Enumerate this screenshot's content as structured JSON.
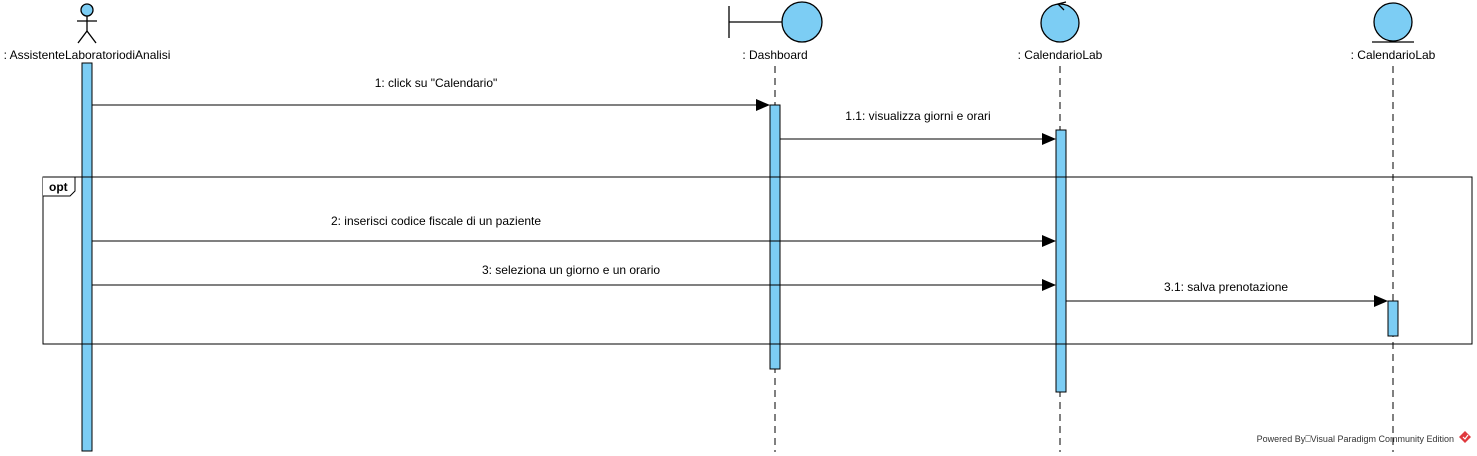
{
  "colors": {
    "accent_fill": "#7ccdf4",
    "stroke": "#000000",
    "watermark_icon": "#e0393e"
  },
  "lifelines": [
    {
      "id": "assistente",
      "kind": "actor",
      "icon": "actor-icon",
      "label": ": AssistenteLaboratoriodiAnalisi"
    },
    {
      "id": "dashboard",
      "kind": "boundary",
      "icon": "boundary-icon",
      "label": ": Dashboard"
    },
    {
      "id": "calendario1",
      "kind": "control",
      "icon": "control-icon",
      "label": ": CalendarioLab"
    },
    {
      "id": "calendario2",
      "kind": "entity",
      "icon": "entity-icon",
      "label": ": CalendarioLab"
    }
  ],
  "messages": [
    {
      "label": "1: click su \"Calendario\"",
      "from": "assistente",
      "to": "dashboard"
    },
    {
      "label": "1.1: visualizza giorni e orari",
      "from": "dashboard",
      "to": "calendario1"
    },
    {
      "label": "2: inserisci codice fiscale di un paziente",
      "from": "assistente",
      "to": "calendario1"
    },
    {
      "label": "3: seleziona un giorno e un orario",
      "from": "assistente",
      "to": "calendario1"
    },
    {
      "label": "3.1: salva prenotazione",
      "from": "calendario1",
      "to": "calendario2"
    }
  ],
  "fragment": {
    "operator": "opt"
  },
  "watermark": {
    "text": "Powered By⎕Visual Paradigm Community Edition",
    "icon": "visual-paradigm-logo-icon"
  }
}
